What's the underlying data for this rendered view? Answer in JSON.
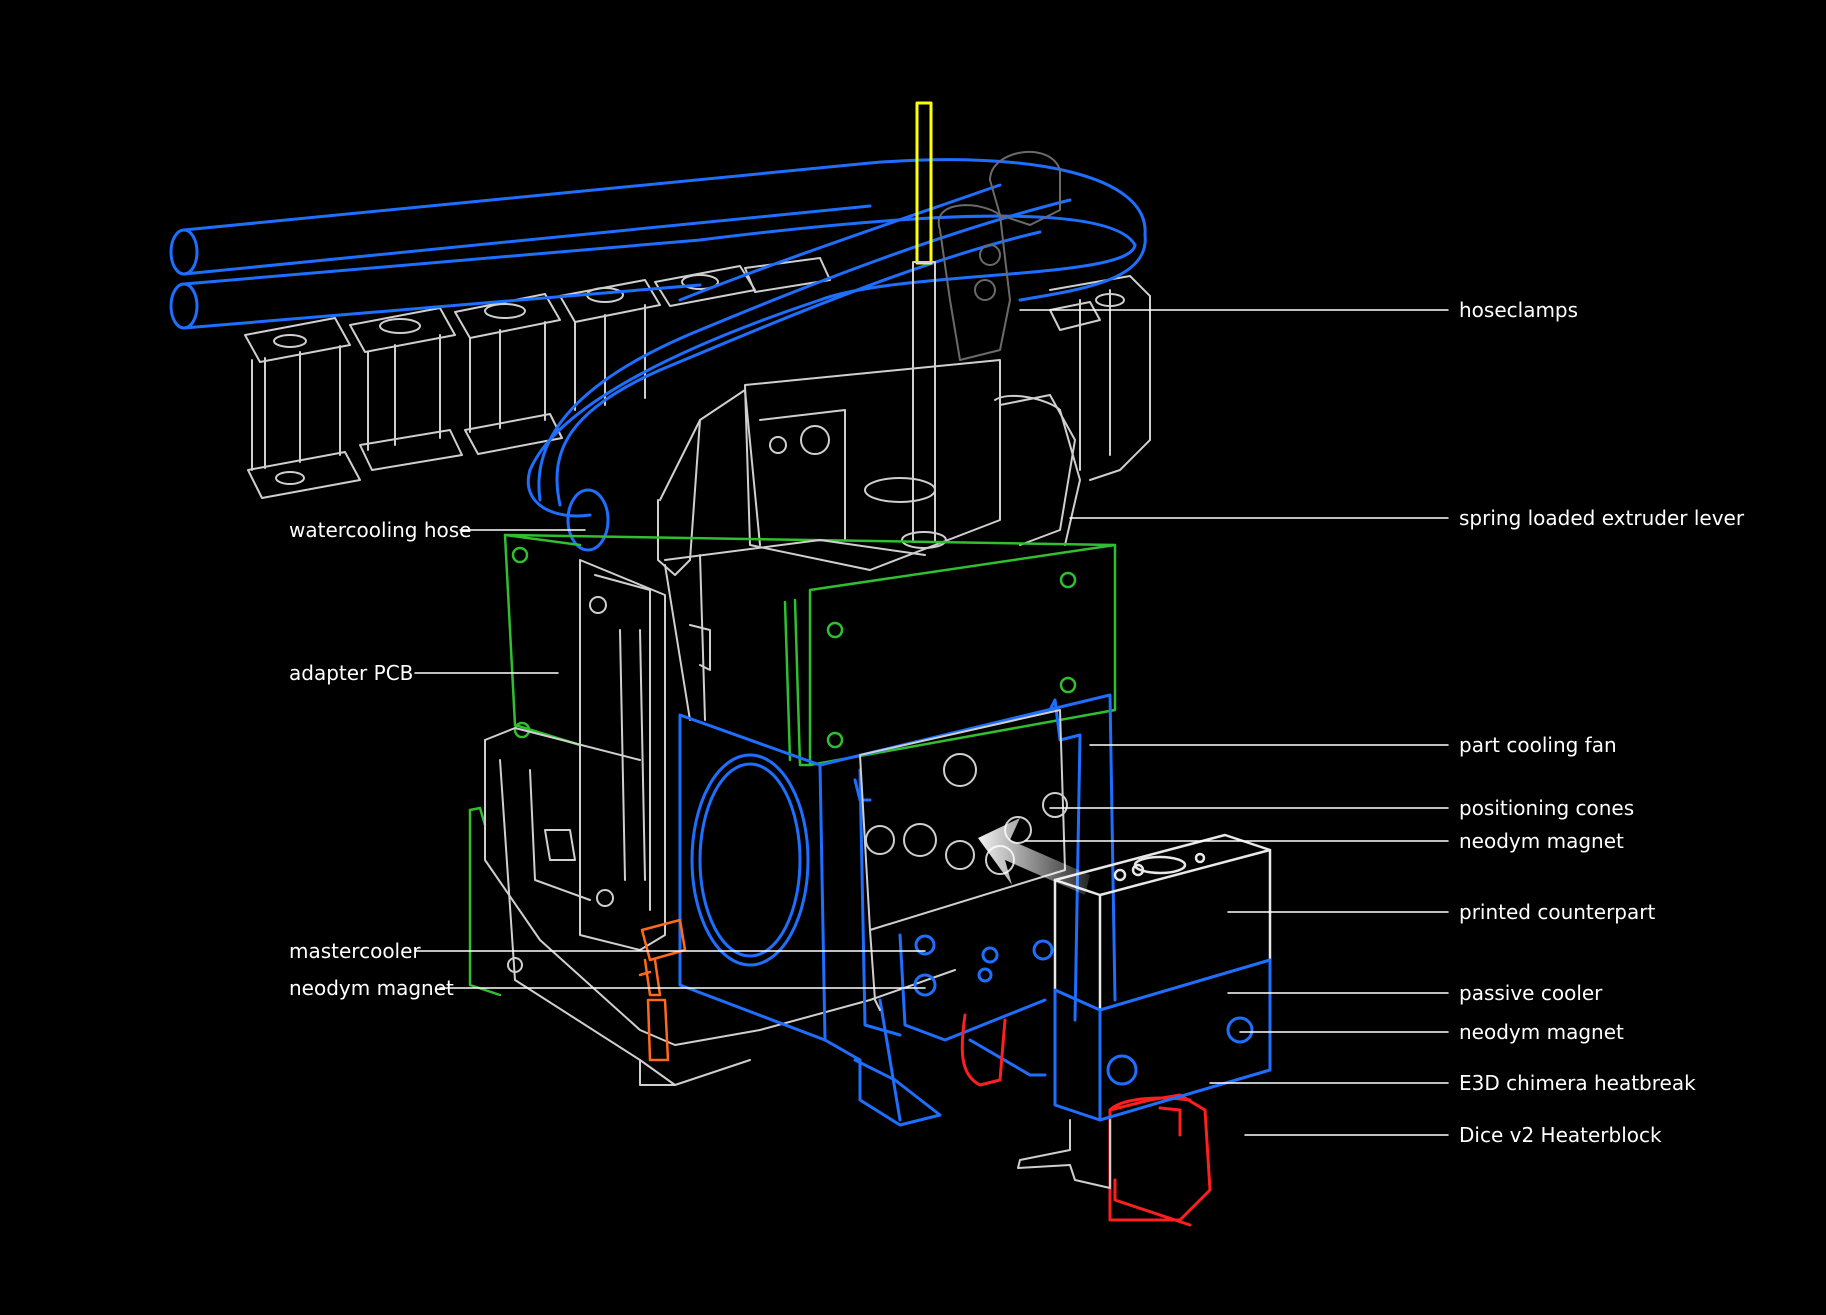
{
  "labels_left": {
    "watercooling_hose": "watercooling hose",
    "adapter_pcb": "adapter PCB",
    "mastercooler": "mastercooler",
    "neodym_magnet": "neodym magnet"
  },
  "labels_right": {
    "hoseclamps": "hoseclamps",
    "spring_lever": "spring loaded extruder lever",
    "part_cooling_fan": "part cooling fan",
    "positioning_cones": "positioning cones",
    "neodym_magnet_1": "neodym magnet",
    "printed_counterpart": "printed counterpart",
    "passive_cooler": "passive cooler",
    "neodym_magnet_2": "neodym magnet",
    "heatbreak": "E3D chimera heatbreak",
    "heaterblock": "Dice v2 Heaterblock"
  },
  "colors": {
    "background": "#000000",
    "hose": "#1f6fff",
    "pcb": "#2fbf2f",
    "housing": "#1f6fff",
    "frame": "#d0d0d0",
    "filament": "#ffff00",
    "connector": "#ff6a1a",
    "heater": "#ff1f1f",
    "leader": "#ffffff"
  }
}
